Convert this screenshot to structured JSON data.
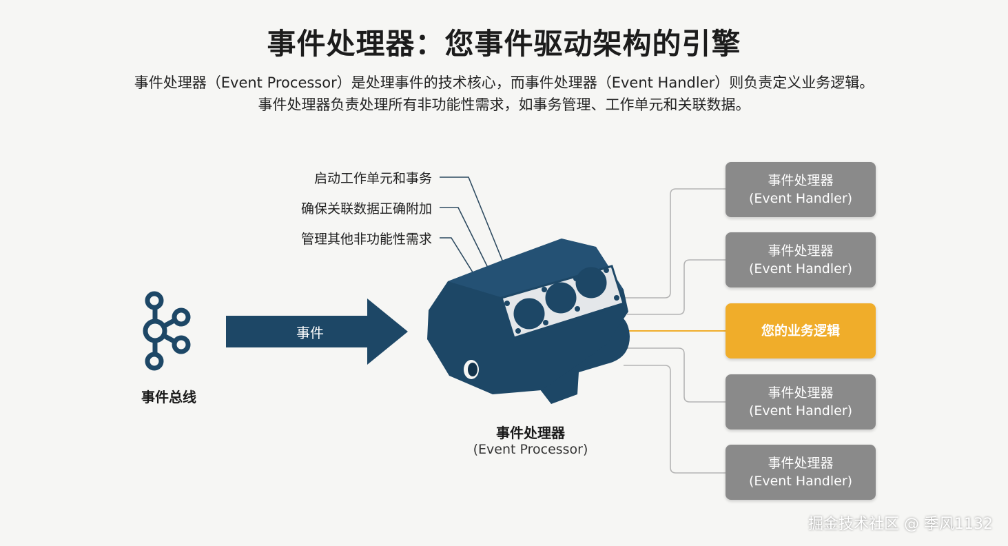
{
  "title": "事件处理器：您事件驱动架构的引擎",
  "description": {
    "line1": "事件处理器（Event Processor）是处理事件的技术核心，而事件处理器（Event Handler）则负责定义业务逻辑。",
    "line2": "事件处理器负责处理所有非功能性需求，如事务管理、工作单元和关联数据。"
  },
  "callouts": [
    "启动工作单元和事务",
    "确保关联数据正确附加",
    "管理其他非功能性需求"
  ],
  "event_bus": {
    "label": "事件总线",
    "icon": "network-hub-icon"
  },
  "event_arrow": {
    "label": "事件"
  },
  "engine": {
    "label_zh": "事件处理器",
    "label_en": "(Event Processor)",
    "icon": "engine-block-icon"
  },
  "handlers": [
    {
      "line1": "事件处理器",
      "line2": "(Event Handler)"
    },
    {
      "line1": "事件处理器",
      "line2": "(Event Handler)"
    },
    {
      "line1": "您的业务逻辑",
      "line2": ""
    },
    {
      "line1": "事件处理器",
      "line2": "(Event Handler)"
    },
    {
      "line1": "事件处理器",
      "line2": "(Event Handler)"
    }
  ],
  "colors": {
    "navy": "#1d4766",
    "handler_gray": "#8a8a8a",
    "business_orange": "#f0ad2a"
  },
  "watermark": "掘金技术社区 @ 季风1132"
}
